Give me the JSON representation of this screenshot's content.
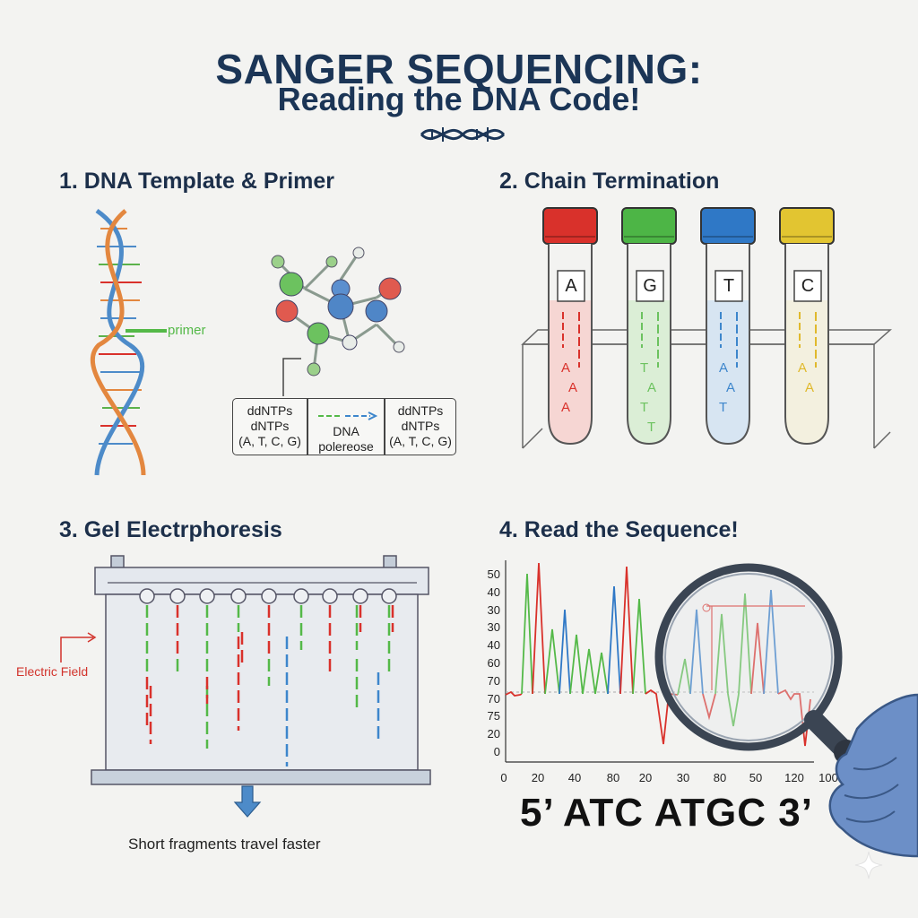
{
  "header": {
    "title": "SANGER SEQUENCING:",
    "subtitle": "Reading the DNA Code!"
  },
  "sections": [
    {
      "label": "1. DNA Template & Primer"
    },
    {
      "label": "2. Chain Termination"
    },
    {
      "label": "3. Gel Electrphoresis"
    },
    {
      "label": "4. Read the Sequence!"
    }
  ],
  "panel1": {
    "primer_label": "primer",
    "box": {
      "left": [
        "ddNTPs",
        "dNTPs",
        "(A, T, C, G)"
      ],
      "middle": [
        "DNA",
        "polereose"
      ],
      "right": [
        "ddNTPs",
        "dNTPs",
        "(A, T, C, G)"
      ]
    }
  },
  "panel2": {
    "tubes": [
      {
        "letter": "A",
        "cap": "#d9312b",
        "fill": "#f6d6d3",
        "mark": "#d9312b",
        "marks": [
          "A",
          "A",
          "A"
        ]
      },
      {
        "letter": "G",
        "cap": "#4db546",
        "fill": "#dbeed6",
        "mark": "#6cc25f",
        "marks": [
          "T",
          "A",
          "T",
          "T"
        ]
      },
      {
        "letter": "T",
        "cap": "#2f78c6",
        "fill": "#d7e5f2",
        "mark": "#3d86cc",
        "marks": [
          "A",
          "A",
          "T"
        ]
      },
      {
        "letter": "C",
        "cap": "#e2c531",
        "fill": "#f3f0df",
        "mark": "#e0b92c",
        "marks": [
          "A",
          "A"
        ]
      }
    ]
  },
  "panel3": {
    "field_label": "Electric Field",
    "caption": "Short fragments travel faster"
  },
  "panel4": {
    "y_ticks": [
      "50",
      "40",
      "30",
      "30",
      "40",
      "60",
      "70",
      "70",
      "75",
      "20",
      "0"
    ],
    "x_ticks": [
      "0",
      "20",
      "40",
      "80",
      "20",
      "30",
      "80",
      "50",
      "120",
      "100"
    ],
    "sequence": "5’ ATC ATGC 3’"
  },
  "colors": {
    "red": "#d9312b",
    "green": "#54b948",
    "blue": "#2f78c6",
    "yellow": "#e2c531",
    "navy": "#1b3556"
  }
}
